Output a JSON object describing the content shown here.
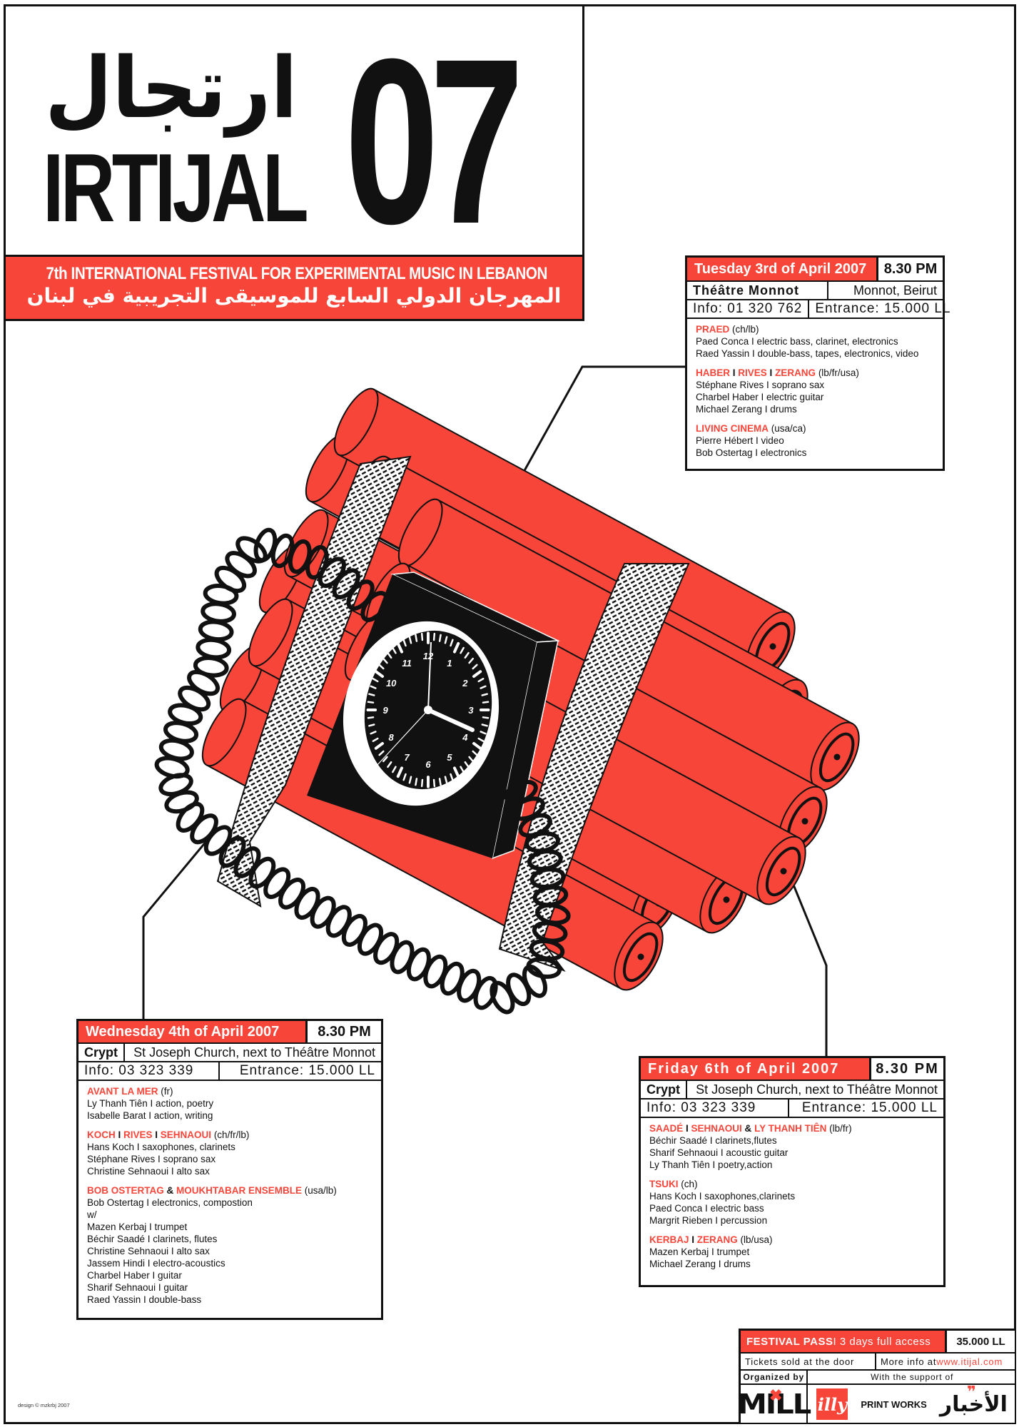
{
  "header": {
    "title_arabic": "ارتجال",
    "title_latin": "IRTIJAL",
    "edition": "07",
    "subtitle_en": "7th INTERNATIONAL FESTIVAL FOR EXPERIMENTAL MUSIC IN LEBANON",
    "subtitle_ar": "المهرجان الدولي السابع للموسيقى التجريبية في لبنان"
  },
  "colors": {
    "accent": "#f7453a",
    "ink": "#111111",
    "paper": "#ffffff"
  },
  "illustration": {
    "subject": "dynamite-bomb-with-clock",
    "clock_numbers": [
      "12",
      "1",
      "2",
      "3",
      "4",
      "5",
      "6",
      "7",
      "8",
      "9",
      "10",
      "11"
    ],
    "clock_time": "4:00:35"
  },
  "events": [
    {
      "date": "Tuesday 3rd of April 2007",
      "time": "8.30 PM",
      "venue": "Théâtre Monnot",
      "address": "Monnot, Beirut",
      "info": "Info: 01 320 762",
      "entrance": "Entrance: 15.000 LL",
      "acts": [
        {
          "names": [
            {
              "t": "PRAED",
              "red": true
            }
          ],
          "origin": "(ch/lb)",
          "members": [
            "Paed Conca I electric bass, clarinet, electronics",
            "Raed Yassin I double-bass, tapes, electronics, video"
          ]
        },
        {
          "names": [
            {
              "t": "HABER",
              "red": true
            },
            {
              "t": " I ",
              "red": false
            },
            {
              "t": "RIVES",
              "red": true
            },
            {
              "t": " I ",
              "red": false
            },
            {
              "t": "ZERANG",
              "red": true
            }
          ],
          "origin": "(lb/fr/usa)",
          "members": [
            "Stéphane Rives I soprano sax",
            "Charbel Haber I electric guitar",
            "Michael Zerang I drums"
          ]
        },
        {
          "names": [
            {
              "t": "LIVING CINEMA",
              "red": true
            }
          ],
          "origin": "(usa/ca)",
          "members": [
            "Pierre Hébert I video",
            "Bob Ostertag I electronics"
          ]
        }
      ]
    },
    {
      "date": "Wednesday 4th of April 2007",
      "time": "8.30 PM",
      "venue": "Crypt",
      "address": "St Joseph Church, next to Théâtre Monnot",
      "info": "Info: 03 323 339",
      "entrance": "Entrance: 15.000 LL",
      "acts": [
        {
          "names": [
            {
              "t": "AVANT LA MER",
              "red": true
            }
          ],
          "origin": "(fr)",
          "members": [
            "Ly Thanh Tiên I action, poetry",
            "Isabelle Barat I action, writing"
          ]
        },
        {
          "names": [
            {
              "t": "KOCH",
              "red": true
            },
            {
              "t": " I ",
              "red": false
            },
            {
              "t": "RIVES",
              "red": true
            },
            {
              "t": " I ",
              "red": false
            },
            {
              "t": "SEHNAOUI",
              "red": true
            }
          ],
          "origin": "(ch/fr/lb)",
          "members": [
            "Hans Koch I saxophones, clarinets",
            "Stéphane Rives I soprano sax",
            "Christine Sehnaoui I alto sax"
          ]
        },
        {
          "names": [
            {
              "t": "BOB OSTERTAG",
              "red": true
            },
            {
              "t": " & ",
              "red": false
            },
            {
              "t": "MOUKHTABAR ENSEMBLE",
              "red": true
            }
          ],
          "origin": "(usa/lb)",
          "members": [
            "Bob Ostertag I electronics, compostion",
            "w/",
            "Mazen Kerbaj I trumpet",
            "Béchir Saadé I clarinets, flutes",
            "Christine Sehnaoui I alto sax",
            "Jassem Hindi I electro-acoustics",
            "Charbel Haber I guitar",
            "Sharif Sehnaoui I guitar",
            "Raed Yassin I double-bass"
          ]
        }
      ]
    },
    {
      "date": "Friday 6th of April 2007",
      "time": "8.30 PM",
      "venue": "Crypt",
      "address": "St Joseph Church, next to Théâtre Monnot",
      "info": "Info: 03 323 339",
      "entrance": "Entrance: 15.000 LL",
      "acts": [
        {
          "names": [
            {
              "t": "SAADÉ",
              "red": true
            },
            {
              "t": " I ",
              "red": false
            },
            {
              "t": "SEHNAOUI",
              "red": true
            },
            {
              "t": " & ",
              "red": false
            },
            {
              "t": "LY THANH TIÊN",
              "red": true
            }
          ],
          "origin": "(lb/fr)",
          "members": [
            "Béchir Saadé I clarinets,flutes",
            "Sharif Sehnaoui I acoustic guitar",
            "Ly Thanh Tiên I poetry,action"
          ]
        },
        {
          "names": [
            {
              "t": "TSUKI",
              "red": true
            }
          ],
          "origin": "(ch)",
          "members": [
            "Hans Koch I saxophones,clarinets",
            "Paed Conca I electric bass",
            "Margrit Rieben I percussion"
          ]
        },
        {
          "names": [
            {
              "t": "KERBAJ",
              "red": true
            },
            {
              "t": " I ",
              "red": false
            },
            {
              "t": "ZERANG",
              "red": true
            }
          ],
          "origin": "(lb/usa)",
          "members": [
            "Mazen Kerbaj I trumpet",
            "Michael Zerang I drums"
          ]
        }
      ]
    }
  ],
  "pass": {
    "label_strong": "FESTIVAL PASS",
    "label_rest": " I 3 days full access",
    "price": "35.000 LL",
    "tickets": "Tickets sold at the door",
    "more_info_prefix": "More info at ",
    "website": "www.itijal.com",
    "organized_by": "Organized by",
    "support_of": "With the support of",
    "organizer_logo": "MILL",
    "sponsors": [
      "illy",
      "PRINT WORKS",
      "الأخبار"
    ]
  },
  "credit": "design © mzkrbj 2007"
}
